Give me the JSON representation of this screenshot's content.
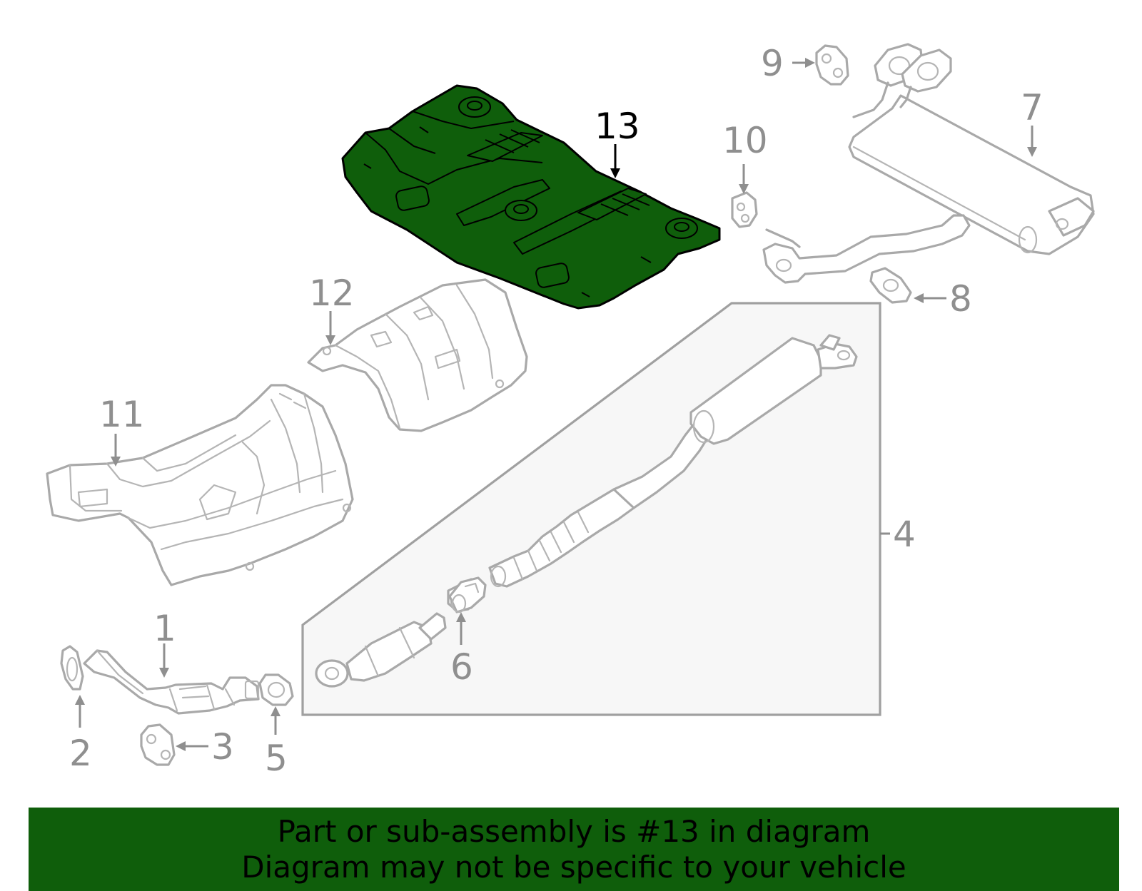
{
  "callouts": {
    "c1": "1",
    "c2": "2",
    "c3": "3",
    "c4": "4",
    "c5": "5",
    "c6": "6",
    "c7": "7",
    "c8": "8",
    "c9": "9",
    "c10": "10",
    "c11": "11",
    "c12": "12",
    "c13": "13"
  },
  "highlight_part": "13",
  "colors": {
    "highlight": "#0f5e0b",
    "banner_bg": "#0f5e0b",
    "part_stroke": "#a9a9a9",
    "callout_text": "#8f8f8f"
  },
  "banner": {
    "line1": "Part or sub-assembly is #13 in diagram",
    "line2": "Diagram may not be specific to your vehicle"
  }
}
